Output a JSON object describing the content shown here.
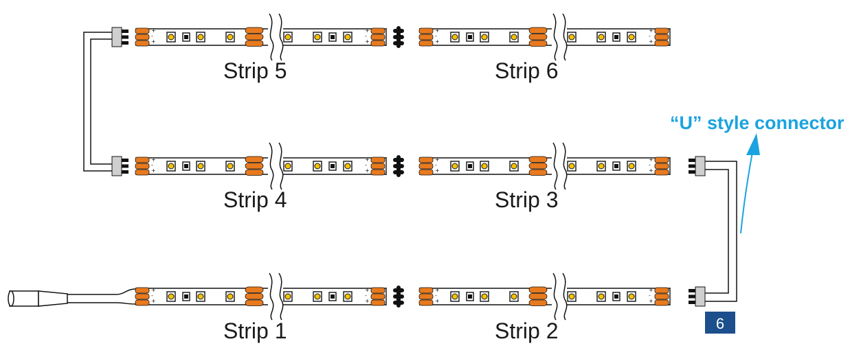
{
  "strips": [
    {
      "id": "strip-1",
      "label": "Strip 1"
    },
    {
      "id": "strip-2",
      "label": "Strip 2"
    },
    {
      "id": "strip-3",
      "label": "Strip 3"
    },
    {
      "id": "strip-4",
      "label": "Strip 4"
    },
    {
      "id": "strip-5",
      "label": "Strip 5"
    },
    {
      "id": "strip-6",
      "label": "Strip 6"
    }
  ],
  "connector": {
    "title": "“U” style connector",
    "color": "#1aa3e0"
  },
  "badge": {
    "value": "6",
    "color": "#1c4f8c"
  },
  "colors": {
    "pad": "#e87a1e",
    "line": "#111111",
    "led": "#f6c200"
  }
}
